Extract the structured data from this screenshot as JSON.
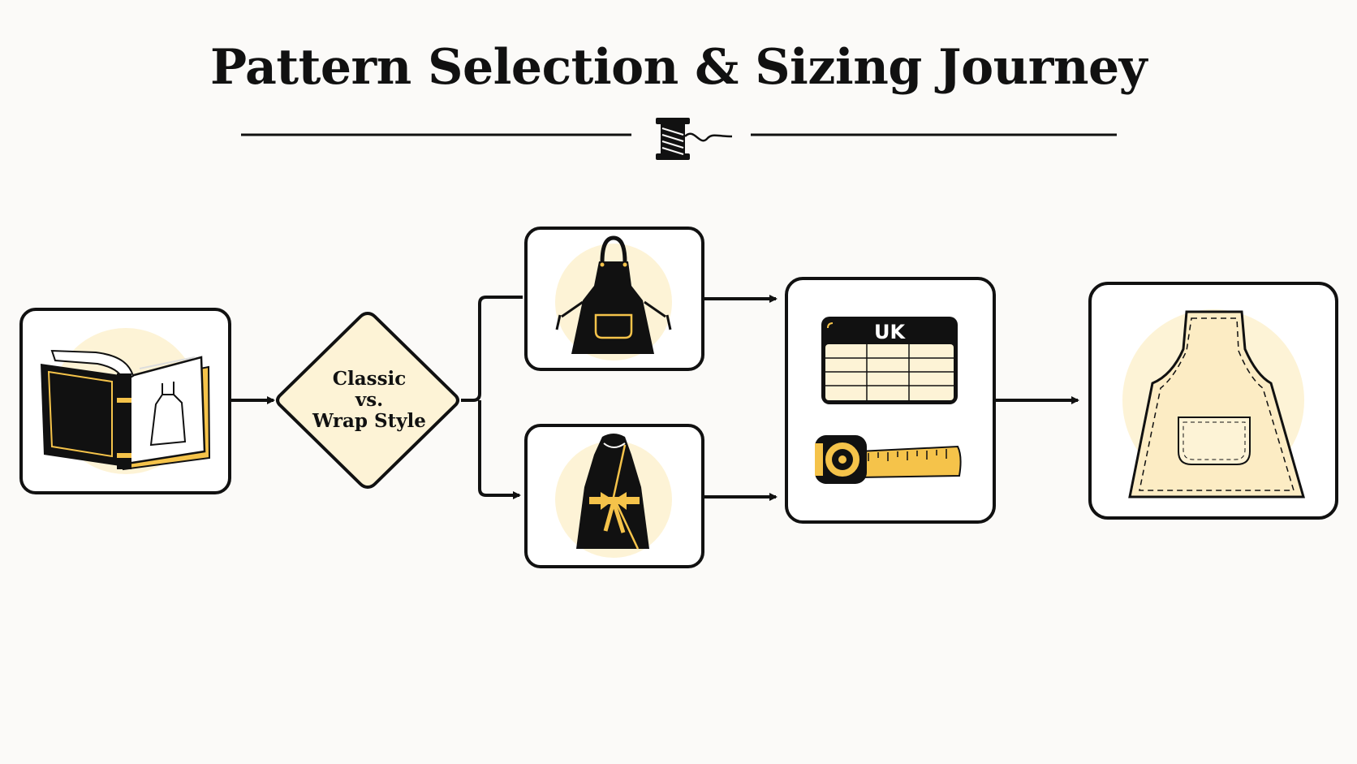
{
  "title": "Pattern Selection & Sizing Journey",
  "decision": {
    "line1": "Classic",
    "line2": "vs.",
    "line3": "Wrap Style"
  },
  "size_chart": {
    "label": "UK"
  },
  "colors": {
    "ink": "#111111",
    "gold": "#f5c34a",
    "cream": "#fdf3d6",
    "background": "#fbfaf8"
  },
  "icons": [
    "thread-spool-icon",
    "pattern-book-icon",
    "classic-apron-icon",
    "wrap-apron-icon",
    "size-chart-icon",
    "tape-measure-icon",
    "finished-apron-icon"
  ]
}
